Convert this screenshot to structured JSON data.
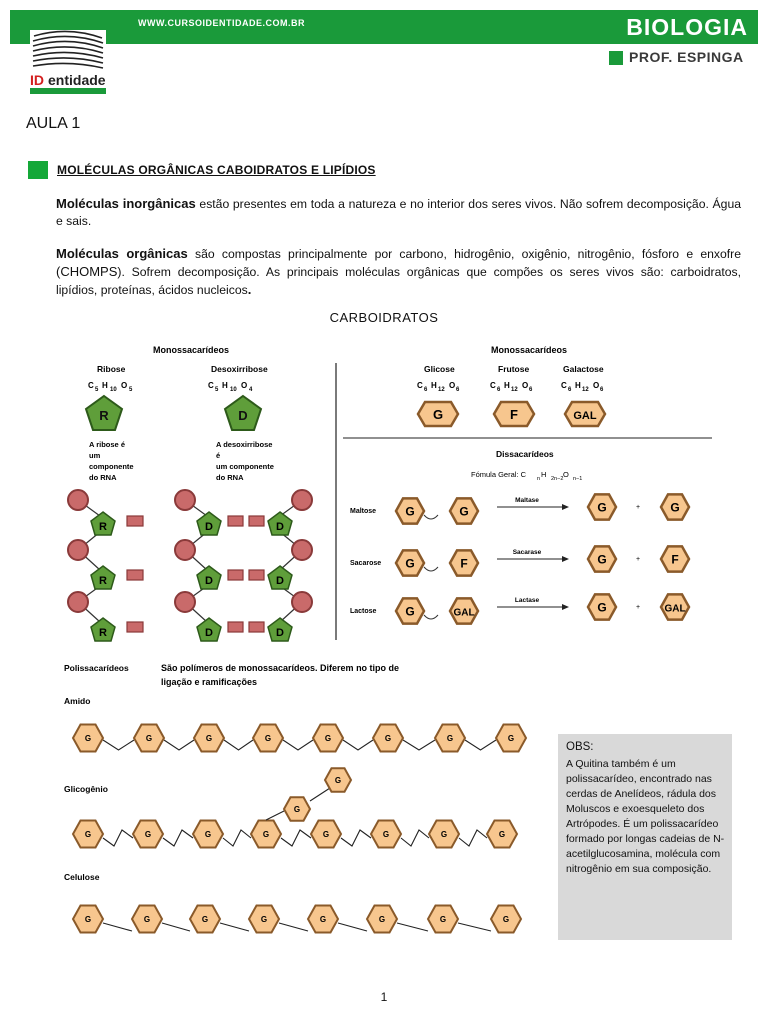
{
  "header": {
    "website": "WWW.CURSOIDENTIDADE.COM.BR",
    "subject": "BIOLOGIA",
    "professor": "PROF. ESPINGA",
    "logo_text_accent": "ID",
    "logo_text_rest": "entidade"
  },
  "lesson": {
    "title": "AULA 1"
  },
  "section": {
    "title": "MOLÉCULAS ORGÂNICAS CABOIDRATOS E LIPÍDIOS"
  },
  "paragraphs": {
    "p1_term": "Moléculas inorgânicas",
    "p1_text": " estão presentes em toda a natureza e no interior dos seres vivos. Não sofrem decomposição. Água e sais.",
    "p2_term": "Moléculas orgânicas",
    "p2_text_a": " são compostas   principalmente por carbono, hidrogênio, oxigênio, nitrogênio, fósforo e enxofre ",
    "p2_chomps": "(CHOMPS",
    "p2_text_b": ").  Sofrem decomposição. As principais moléculas orgânicas que compões os seres vivos são: carboidratos, lipídios, proteínas, ácidos nucleicos",
    "p2_end": "."
  },
  "carbohydrates": {
    "heading": "CARBOIDRATOS",
    "mono_left": {
      "title": "Monossacarídeos",
      "ribose": {
        "name": "Ribose",
        "formula_c": "C",
        "c_n": "5",
        "formula_h": "H",
        "h_n": "10",
        "formula_o": "O",
        "o_n": "5",
        "symbol": "R",
        "note": [
          "A ribose é",
          "um",
          "componente",
          "do RNA"
        ]
      },
      "deoxyribose": {
        "name": "Desoxirribose",
        "formula_c": "C",
        "c_n": "5",
        "formula_h": "H",
        "h_n": "10",
        "formula_o": "O",
        "o_n": "4",
        "symbol": "D",
        "note": [
          "A desoxirribose",
          "é",
          "um componente",
          "do RNA"
        ]
      }
    },
    "mono_right": {
      "title": "Monossacarídeos",
      "sugars": [
        {
          "name": "Glicose",
          "formula": [
            "C",
            "6",
            "H",
            "12",
            "O",
            "6"
          ],
          "symbol": "G"
        },
        {
          "name": "Frutose",
          "formula": [
            "C",
            "6",
            "H",
            "12",
            "O",
            "6"
          ],
          "symbol": "F"
        },
        {
          "name": "Galactose",
          "formula": [
            "C",
            "6",
            "H",
            "12",
            "O",
            "6"
          ],
          "symbol": "GAL"
        }
      ]
    },
    "disaccharides": {
      "title": "Dissacarídeos",
      "formula_label": "Fómula Geral: C",
      "formula_n": "n",
      "formula_h": " H",
      "formula_h_sub": "2n−2",
      "formula_o": " O",
      "formula_o_sub": "n−1",
      "rows": [
        {
          "name": "Maltose",
          "a": "G",
          "b": "G",
          "enzyme": "Maltase",
          "p1": "G",
          "plus": "+",
          "p2": "G"
        },
        {
          "name": "Sacarose",
          "a": "G",
          "b": "F",
          "enzyme": "Sacarase",
          "p1": "G",
          "plus": "+",
          "p2": "F"
        },
        {
          "name": "Lactose",
          "a": "G",
          "b": "GAL",
          "enzyme": "Lactase",
          "p1": "G",
          "plus": "+",
          "p2": "GAL"
        }
      ]
    },
    "polysaccharides": {
      "title": "Polissacarídeos",
      "desc_line1": "São polímeros de monossacarídeos.  Diferem no  tipo de",
      "desc_line2": "ligação e ramificações",
      "amido": "Amido",
      "glicogenio": "Glicogênio",
      "celulose": "Celulose",
      "unit": "G"
    },
    "obs": {
      "title": "OBS:",
      "text": "A Quitina também é um polissacarídeo, encontrado nas cerdas de Anelídeos, rádula dos Moluscos e exoesqueleto dos Artrópodes. É um polissacarídeo formado por longas cadeias de N-acetilglucosamina, molécula com nitrogênio em sua composição."
    }
  },
  "footer": {
    "page": "1"
  },
  "colors": {
    "brand_green": "#1a9a3a",
    "sugar_fill": "#f7c68e",
    "pentose_fill": "#5f9e3a",
    "phosphate": "#c96a6a"
  }
}
